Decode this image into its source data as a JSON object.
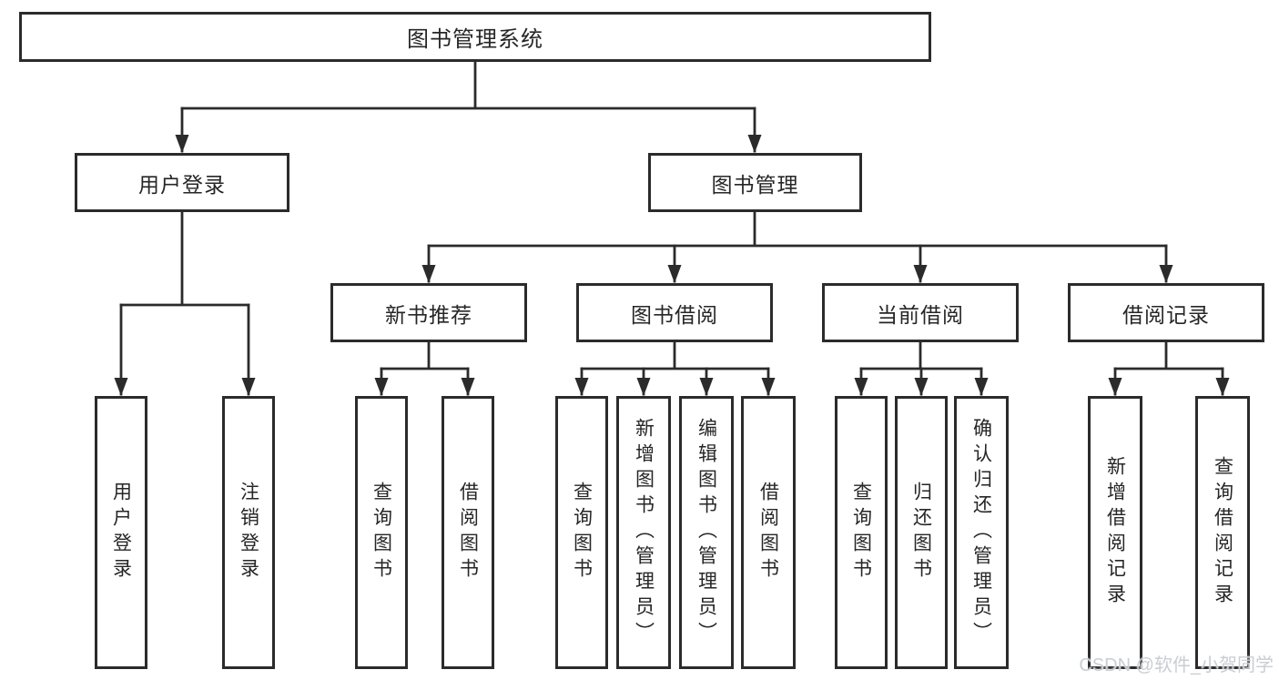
{
  "diagram": {
    "root": "图书管理系统",
    "level2": {
      "user_login": "用户登录",
      "book_management": "图书管理"
    },
    "user_login_children": [
      "用户登录",
      "注销登录"
    ],
    "book_management_sections": [
      {
        "label": "新书推荐",
        "children": [
          "查询图书",
          "借阅图书"
        ]
      },
      {
        "label": "图书借阅",
        "children": [
          "查询图书",
          "新增图书（管理员）",
          "编辑图书（管理员）",
          "借阅图书"
        ]
      },
      {
        "label": "当前借阅",
        "children": [
          "查询图书",
          "归还图书",
          "确认归还（管理员）"
        ]
      },
      {
        "label": "借阅记录",
        "children": [
          "新增借阅记录",
          "查询借阅记录"
        ]
      }
    ]
  },
  "watermark": "CSDN @软件_小贺同学",
  "colors": {
    "line": "#2b2b2b",
    "box_fill": "#ffffff",
    "text": "#262626",
    "watermark": "#c9ced3"
  }
}
